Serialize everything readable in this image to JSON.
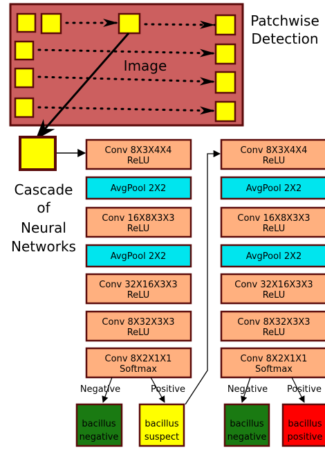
{
  "colors": {
    "image_panel": "#cc5f5f",
    "patch": "#ffff00",
    "border": "#5a0a0a",
    "conv": "#ffb07f",
    "pool": "#00e5ee",
    "negative": "#1a7a12",
    "suspect": "#ffff00",
    "positive": "#ff0000"
  },
  "header": {
    "title_line1": "Patchwise",
    "title_line2": "Detection",
    "image_label": "Image"
  },
  "side_label": {
    "line1": "Cascade",
    "line2": "of",
    "line3": "Neural",
    "line4": "Networks"
  },
  "network1": {
    "layers": [
      {
        "line1": "Conv  8X3X4X4",
        "line2": "ReLU"
      },
      {
        "line1": "AvgPool 2X2",
        "line2": ""
      },
      {
        "line1": "Conv  16X8X3X3",
        "line2": "ReLU"
      },
      {
        "line1": "AvgPool 2X2",
        "line2": ""
      },
      {
        "line1": "Conv  32X16X3X3",
        "line2": "ReLU"
      },
      {
        "line1": "Conv  8X32X3X3",
        "line2": "ReLU"
      },
      {
        "line1": "Conv  8X2X1X1",
        "line2": "Softmax"
      }
    ],
    "branch_left": "Negative",
    "branch_right": "Positive",
    "out_left": {
      "line1": "bacillus",
      "line2": "negative"
    },
    "out_right": {
      "line1": "bacillus",
      "line2": "suspect"
    }
  },
  "network2": {
    "layers": [
      {
        "line1": "Conv  8X3X4X4",
        "line2": "ReLU"
      },
      {
        "line1": "AvgPool 2X2",
        "line2": ""
      },
      {
        "line1": "Conv  16X8X3X3",
        "line2": "ReLU"
      },
      {
        "line1": "AvgPool 2X2",
        "line2": ""
      },
      {
        "line1": "Conv  32X16X3X3",
        "line2": "ReLU"
      },
      {
        "line1": "Conv  8X32X3X3",
        "line2": "ReLU"
      },
      {
        "line1": "Conv  8X2X1X1",
        "line2": "Softmax"
      }
    ],
    "branch_left": "Negative",
    "branch_right": "Positive",
    "out_left": {
      "line1": "bacillus",
      "line2": "negative"
    },
    "out_right": {
      "line1": "bacillus",
      "line2": "positive"
    }
  }
}
